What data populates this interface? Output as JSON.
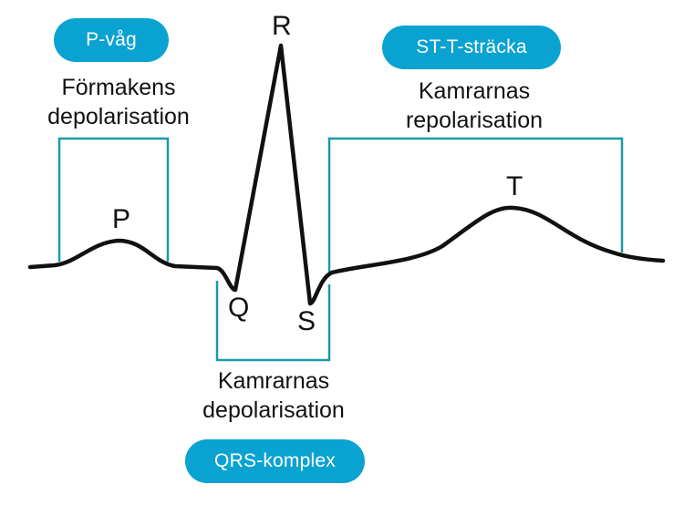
{
  "colors": {
    "accent": "#0aa3d1",
    "bracket": "#1a9aa8",
    "wave": "#111111",
    "text": "#111111"
  },
  "badges": {
    "p_wave": "P-våg",
    "st_t_segment": "ST-T-sträcka",
    "qrs_complex": "QRS-komplex"
  },
  "descriptions": {
    "atrial_depol_line1": "Förmakens",
    "atrial_depol_line2": "depolarisation",
    "ventricular_repol_line1": "Kamrarnas",
    "ventricular_repol_line2": "repolarisation",
    "ventricular_depol_line1": "Kamrarnas",
    "ventricular_depol_line2": "depolarisation"
  },
  "wave_labels": {
    "p": "P",
    "q": "Q",
    "r": "R",
    "s": "S",
    "t": "T"
  }
}
